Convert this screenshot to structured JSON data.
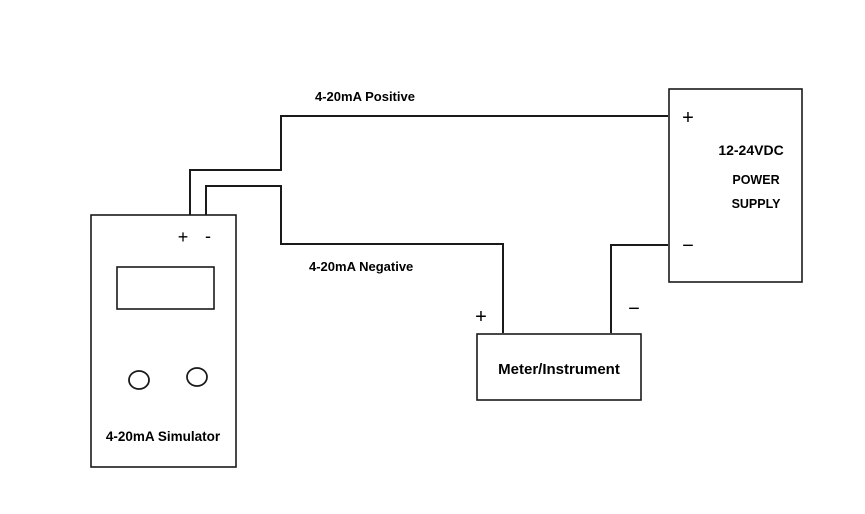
{
  "wires": {
    "positive_label": "4-20mA Positive",
    "negative_label": "4-20mA Negative"
  },
  "simulator": {
    "label": "4-20mA Simulator",
    "plus": "+",
    "minus": "-"
  },
  "power_supply": {
    "voltage": "12-24VDC",
    "line1": "POWER",
    "line2": "SUPPLY",
    "plus": "+",
    "minus": "−"
  },
  "meter": {
    "label": "Meter/Instrument",
    "plus": "+",
    "minus": "−"
  }
}
